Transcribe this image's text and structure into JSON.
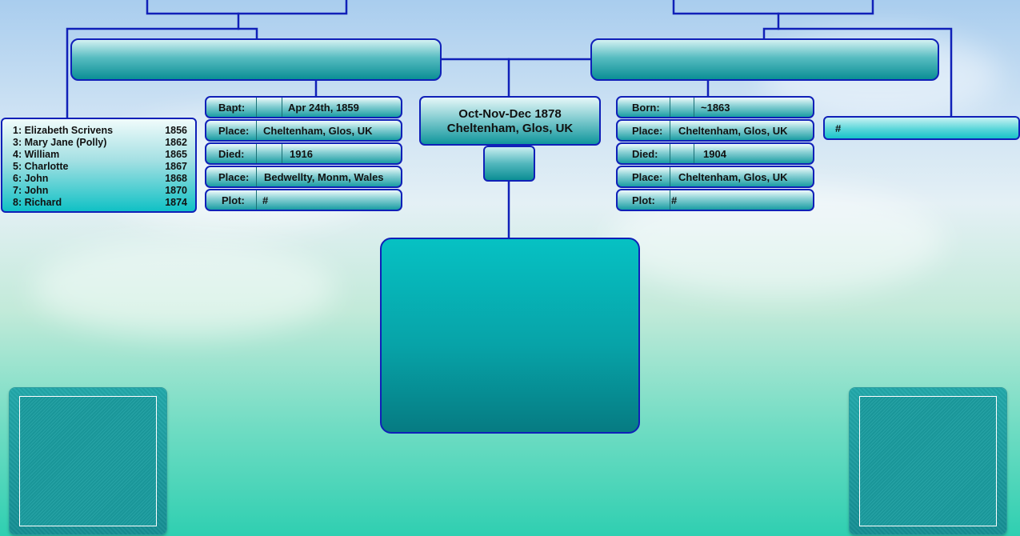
{
  "left_person": {
    "children": [
      {
        "name": "1: Elizabeth Scrivens",
        "year": "1856"
      },
      {
        "name": "3: Mary Jane (Polly)",
        "year": "1862"
      },
      {
        "name": "4: William",
        "year": "1865"
      },
      {
        "name": "5: Charlotte",
        "year": "1867"
      },
      {
        "name": "6: John",
        "year": "1868"
      },
      {
        "name": "7: John",
        "year": "1870"
      },
      {
        "name": "8: Richard",
        "year": "1874"
      }
    ],
    "baptism_label": "Bapt:",
    "baptism_date": "Apr 24th, 1859",
    "baptism_place_label": "Place:",
    "baptism_place": "Cheltenham, Glos, UK",
    "death_label": "Died:",
    "death_date": "1916",
    "death_place_label": "Place:",
    "death_place": "Bedwellty, Monm, Wales",
    "plot_label": "Plot:",
    "plot": "#"
  },
  "marriage": {
    "date": "Oct-Nov-Dec 1878",
    "place": "Cheltenham, Glos, UK"
  },
  "right_person": {
    "birth_label": "Born:",
    "birth_date": "~1863",
    "birth_place_label": "Place:",
    "birth_place": "Cheltenham, Glos, UK",
    "death_label": "Died:",
    "death_date": "1904",
    "death_place_label": "Place:",
    "death_place": "Cheltenham, Glos, UK",
    "plot_label": "Plot:",
    "plot": "#",
    "note": "#"
  },
  "colors": {
    "line": "#1020b8",
    "box_teal": "#0b8f95",
    "box_light": "#d4f1f2"
  }
}
